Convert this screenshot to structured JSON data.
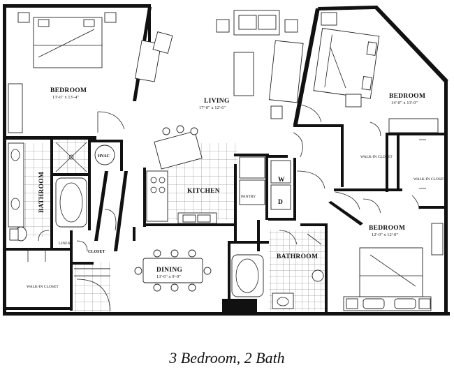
{
  "caption": "3 Bedroom, 2 Bath",
  "rooms": {
    "bedroom1": {
      "name": "BEDROOM",
      "dims": "13'-6\" x 13'-4\""
    },
    "living": {
      "name": "LIVING",
      "dims": "17'-0\" x 12'-6\""
    },
    "bedroom2": {
      "name": "BEDROOM",
      "dims": "14'-0\" x 13'-0\""
    },
    "kitchen": {
      "name": "KITCHEN"
    },
    "dining": {
      "name": "DINING",
      "dims": "13'-6\" x 9'-0\""
    },
    "bedroom3": {
      "name": "BEDROOM",
      "dims": "12'-0\" x 12'-0\""
    },
    "bathroom1": {
      "name": "BATHROOM"
    },
    "bathroom2": {
      "name": "BATHROOM"
    }
  },
  "labels": {
    "hvac": "HVAC",
    "linen": "LINEN",
    "closet": "CLOSET",
    "pantry": "PANTRY",
    "washer": "W",
    "dryer": "D",
    "walk_in_closet_1": "WALK-IN CLOSET",
    "walk_in_closet_2": "WALK-IN CLOSET",
    "walk_in_closet_3": "WALK-IN CLOSET"
  }
}
